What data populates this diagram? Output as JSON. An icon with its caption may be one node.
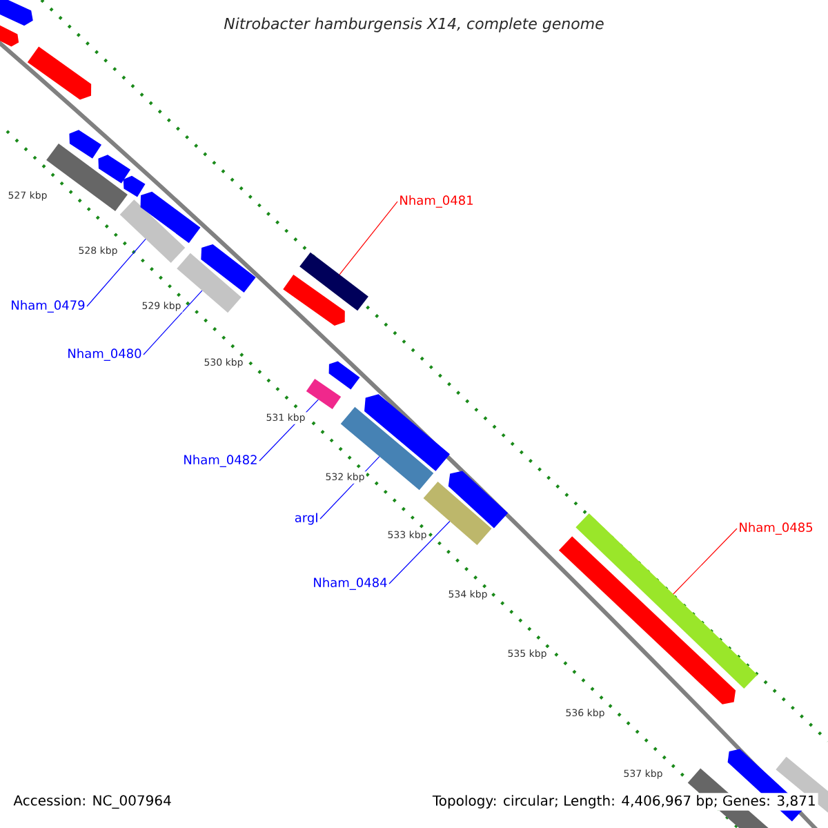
{
  "diagram": {
    "title": "Nitrobacter hamburgensis X14, complete genome",
    "nodes": [
      {
        "text": [
          "Nham_0479"
        ]
      },
      {
        "text": [],
        "shape": "bar"
      },
      {
        "text": [
          "Nham_0480"
        ]
      },
      {
        "text": [],
        "shape": "bar"
      },
      {
        "text": [
          "Nham_0481"
        ]
      },
      {
        "text": [],
        "shape": "bar"
      },
      {
        "text": [
          "Nham_0482"
        ]
      },
      {
        "text": [],
        "shape": "bar"
      },
      {
        "text": [
          "argI"
        ]
      },
      {
        "text": [],
        "shape": "bar"
      },
      {
        "text": [
          "Nham_0484"
        ]
      },
      {
        "text": [],
        "shape": "bar"
      },
      {
        "text": [
          "Nham_0485"
        ]
      },
      {
        "text": [],
        "shape": "bar"
      },
      {
        "text": [],
        "shape": "bar"
      },
      {
        "text": [],
        "shape": "bar"
      },
      {
        "text": [],
        "shape": "bar"
      },
      {
        "text": [],
        "shape": "bar"
      },
      {
        "text": [],
        "shape": "bar"
      },
      {
        "text": [],
        "shape": "bar"
      },
      {
        "text": [],
        "shape": "bar"
      },
      {
        "text": [],
        "shape": "bar"
      },
      {
        "text": [],
        "shape": "bar"
      },
      {
        "text": [],
        "shape": "bar"
      },
      {
        "text": [],
        "shape": "bar"
      },
      {
        "text": [],
        "shape": "bar"
      },
      {
        "text": [],
        "shape": "bar"
      },
      {
        "text": [],
        "shape": "bar"
      },
      {
        "text": [],
        "shape": "bar"
      },
      {
        "text": [],
        "shape": "bar"
      },
      {
        "text": [],
        "shape": "bar"
      }
    ],
    "edges": [
      {
        "from": 0,
        "to": 1,
        "arrow": "none"
      },
      {
        "from": 2,
        "to": 3,
        "arrow": "none"
      },
      {
        "from": 4,
        "to": 5,
        "arrow": "none",
        "color": "#ff0000"
      },
      {
        "from": 6,
        "to": 7,
        "arrow": "none"
      },
      {
        "from": 8,
        "to": 9,
        "arrow": "none"
      },
      {
        "from": 10,
        "to": 11,
        "arrow": "none"
      },
      {
        "from": 12,
        "to": 13,
        "arrow": "none",
        "color": "#ff0000"
      }
    ],
    "labels": [
      "527 kbp",
      "528 kbp",
      "529 kbp",
      "530 kbp",
      "531 kbp",
      "532 kbp",
      "533 kbp",
      "534 kbp",
      "535 kbp",
      "536 kbp",
      "537 kbp",
      "Accession: NC_007964",
      "Topology: circular; Length: 4,406,967 bp; Genes: 3,871"
    ]
  }
}
